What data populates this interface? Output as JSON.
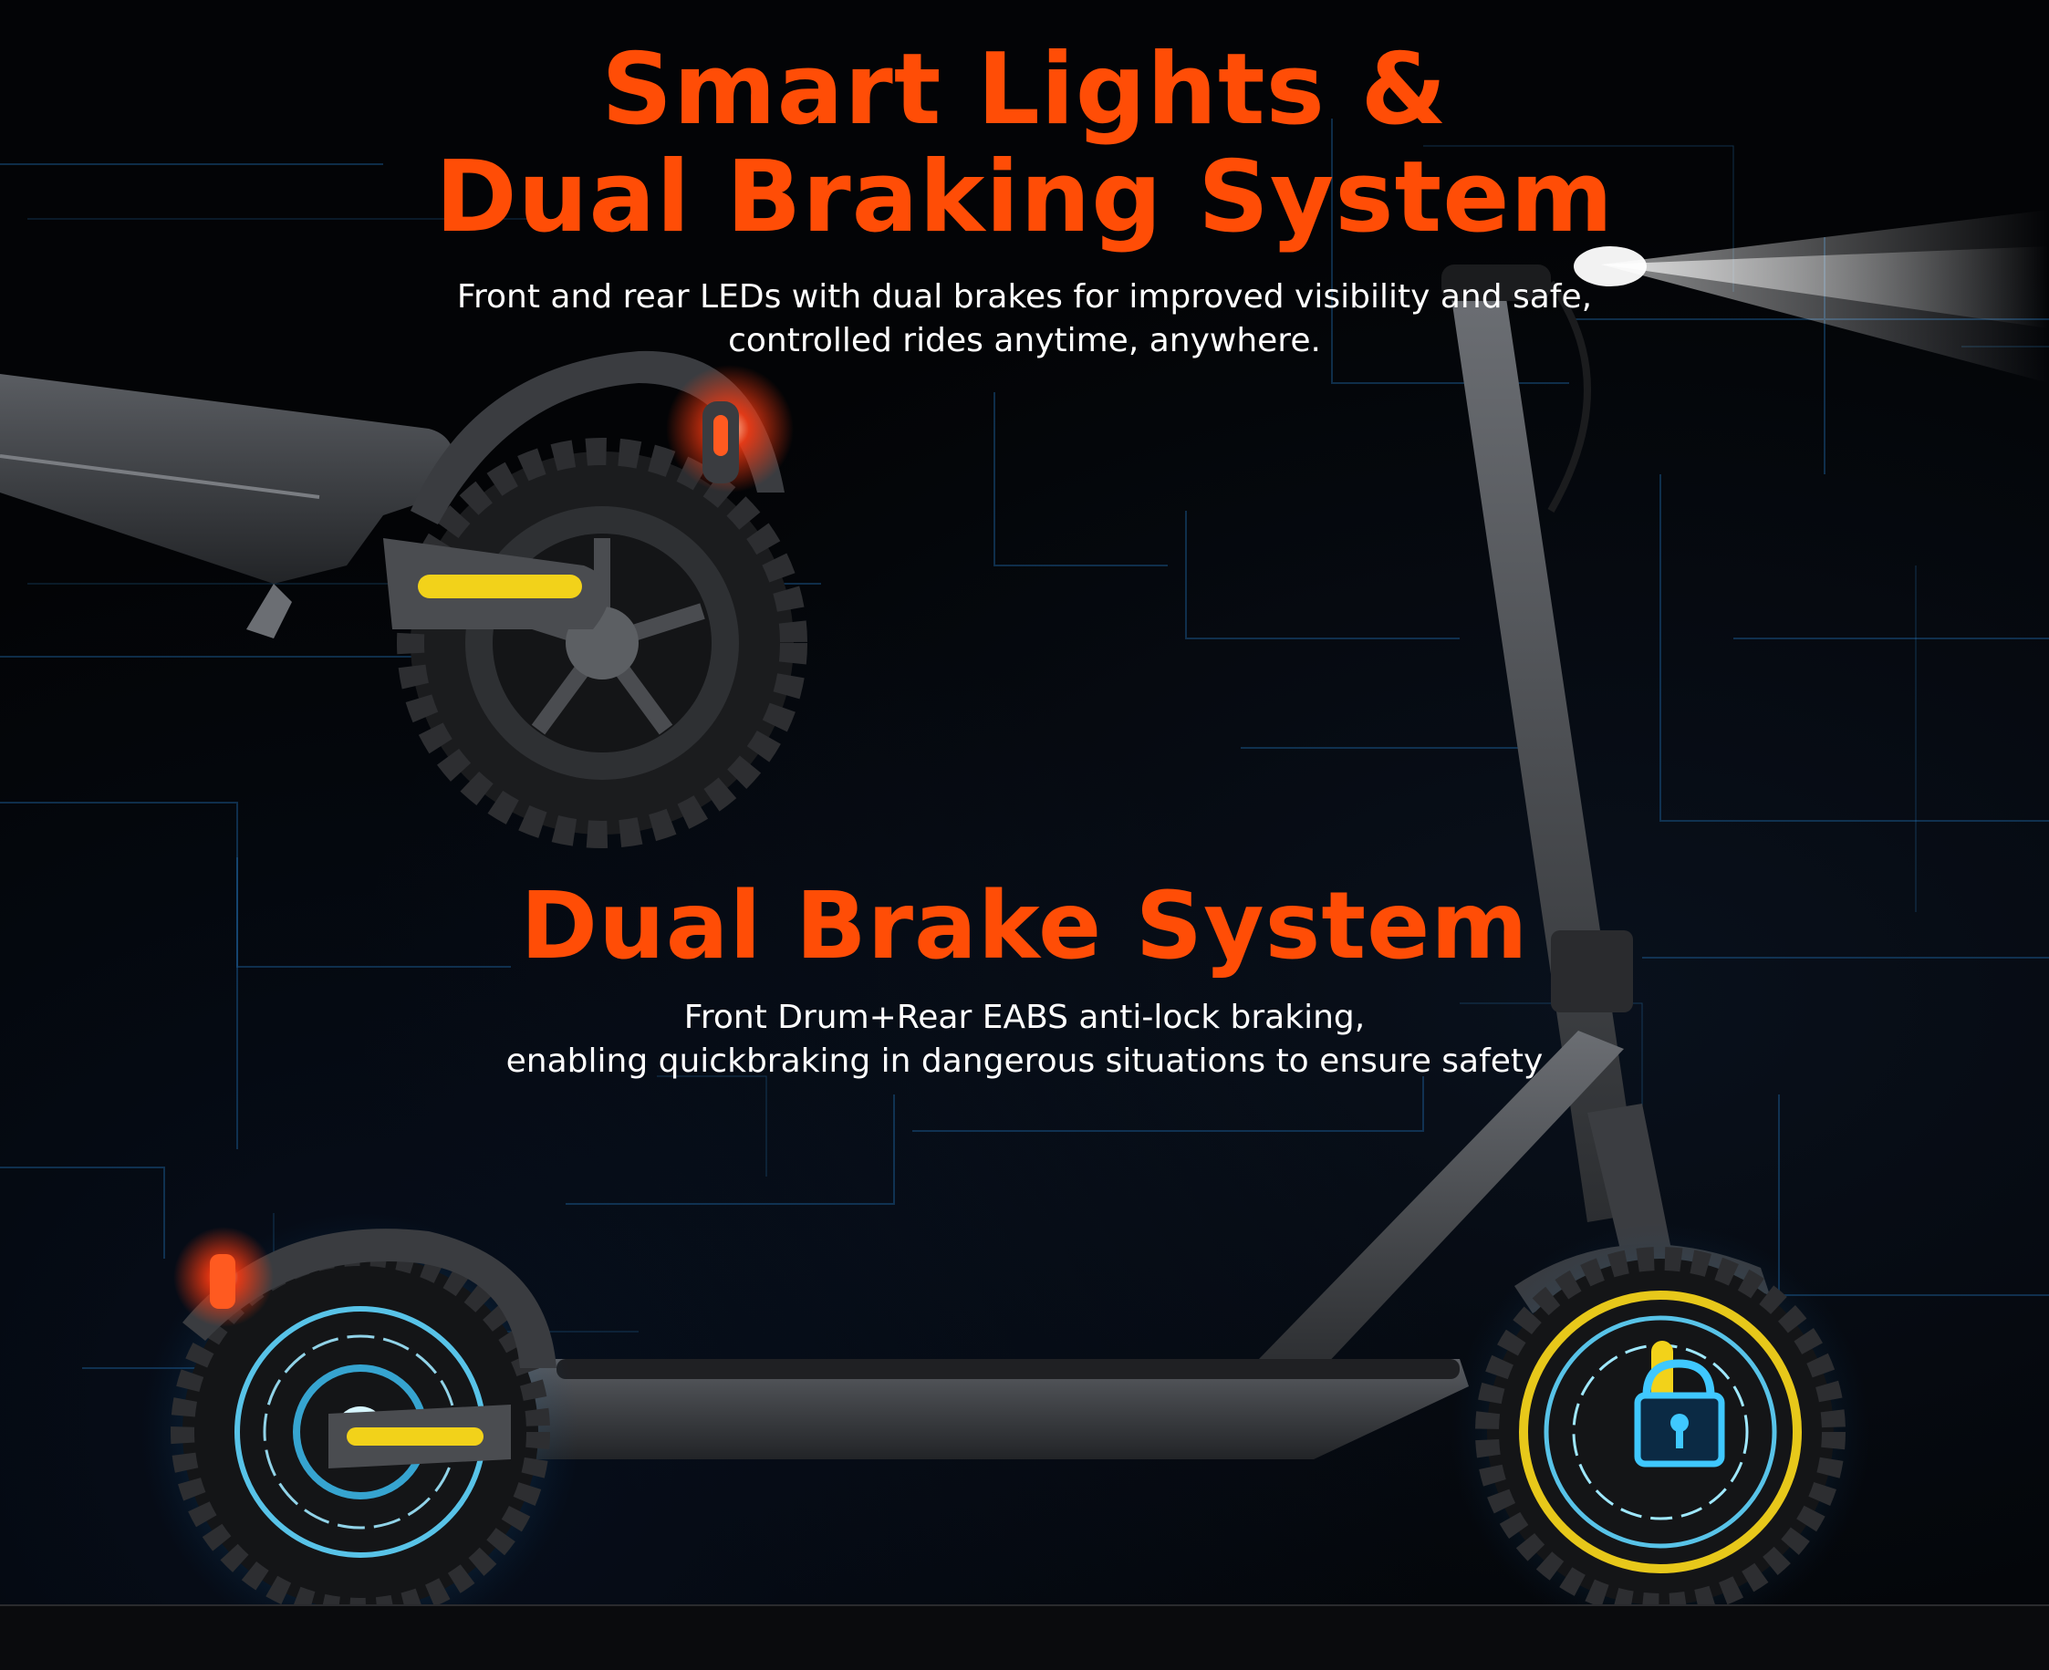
{
  "headline": {
    "line1": "Smart Lights &",
    "line2": "Dual Braking System",
    "color": "#ff4d06"
  },
  "lights_description": {
    "line1": "Front and rear LEDs with dual brakes for improved visibility and safe,",
    "line2": "controlled rides anytime, anywhere."
  },
  "brake_section": {
    "title": "Dual Brake System",
    "line1": "Front Drum+Rear EABS anti-lock braking,",
    "line2": "enabling quickbraking in dangerous situations to ensure safety"
  },
  "visual": {
    "background_color": "#030406",
    "grid_color": "#1d5f9a",
    "glow_color": "#3fc8ff",
    "led_color": "#ff3a10",
    "reflector_color": "#f2d21a"
  }
}
